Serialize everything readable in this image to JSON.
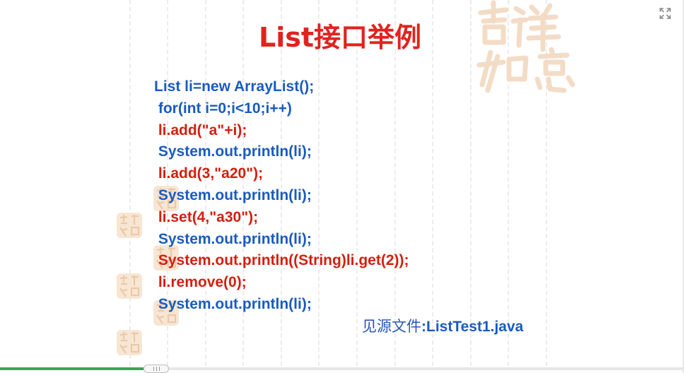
{
  "slide": {
    "title": "List接口举例",
    "code_lines": [
      {
        "text": "List li=new ArrayList();",
        "color": "#1a5bbf"
      },
      {
        "text": " for(int i=0;i<10;i++)",
        "color": "#1a5bbf"
      },
      {
        "text": " li.add(\"a\"+i);",
        "color": "#d2200e"
      },
      {
        "text": " System.out.println(li);",
        "color": "#1a5bbf"
      },
      {
        "text": " li.add(3,\"a20\");",
        "color": "#d2200e"
      },
      {
        "text": " System.out.println(li);",
        "color": "#1a5bbf"
      },
      {
        "text": " li.set(4,\"a30\");",
        "color": "#d2200e"
      },
      {
        "text": " System.out.println(li);",
        "color": "#1a5bbf"
      },
      {
        "text": " System.out.println((String)li.get(2));",
        "color": "#d2200e"
      },
      {
        "text": " li.remove(0);",
        "color": "#d2200e"
      },
      {
        "text": " System.out.println(li);",
        "color": "#1a5bbf"
      }
    ],
    "note_prefix": "见源文件",
    "note_file": ":ListTest1.java",
    "seal_text": "吉祥如意",
    "colors": {
      "title": "#e0231f",
      "code_blue": "#1a5bbf",
      "code_red": "#d2200e",
      "seal": "#f3dcc6",
      "progress": "#3aa55a"
    }
  },
  "controls": {
    "expand_icon": "expand-icon",
    "progress_fraction": 0.21
  }
}
